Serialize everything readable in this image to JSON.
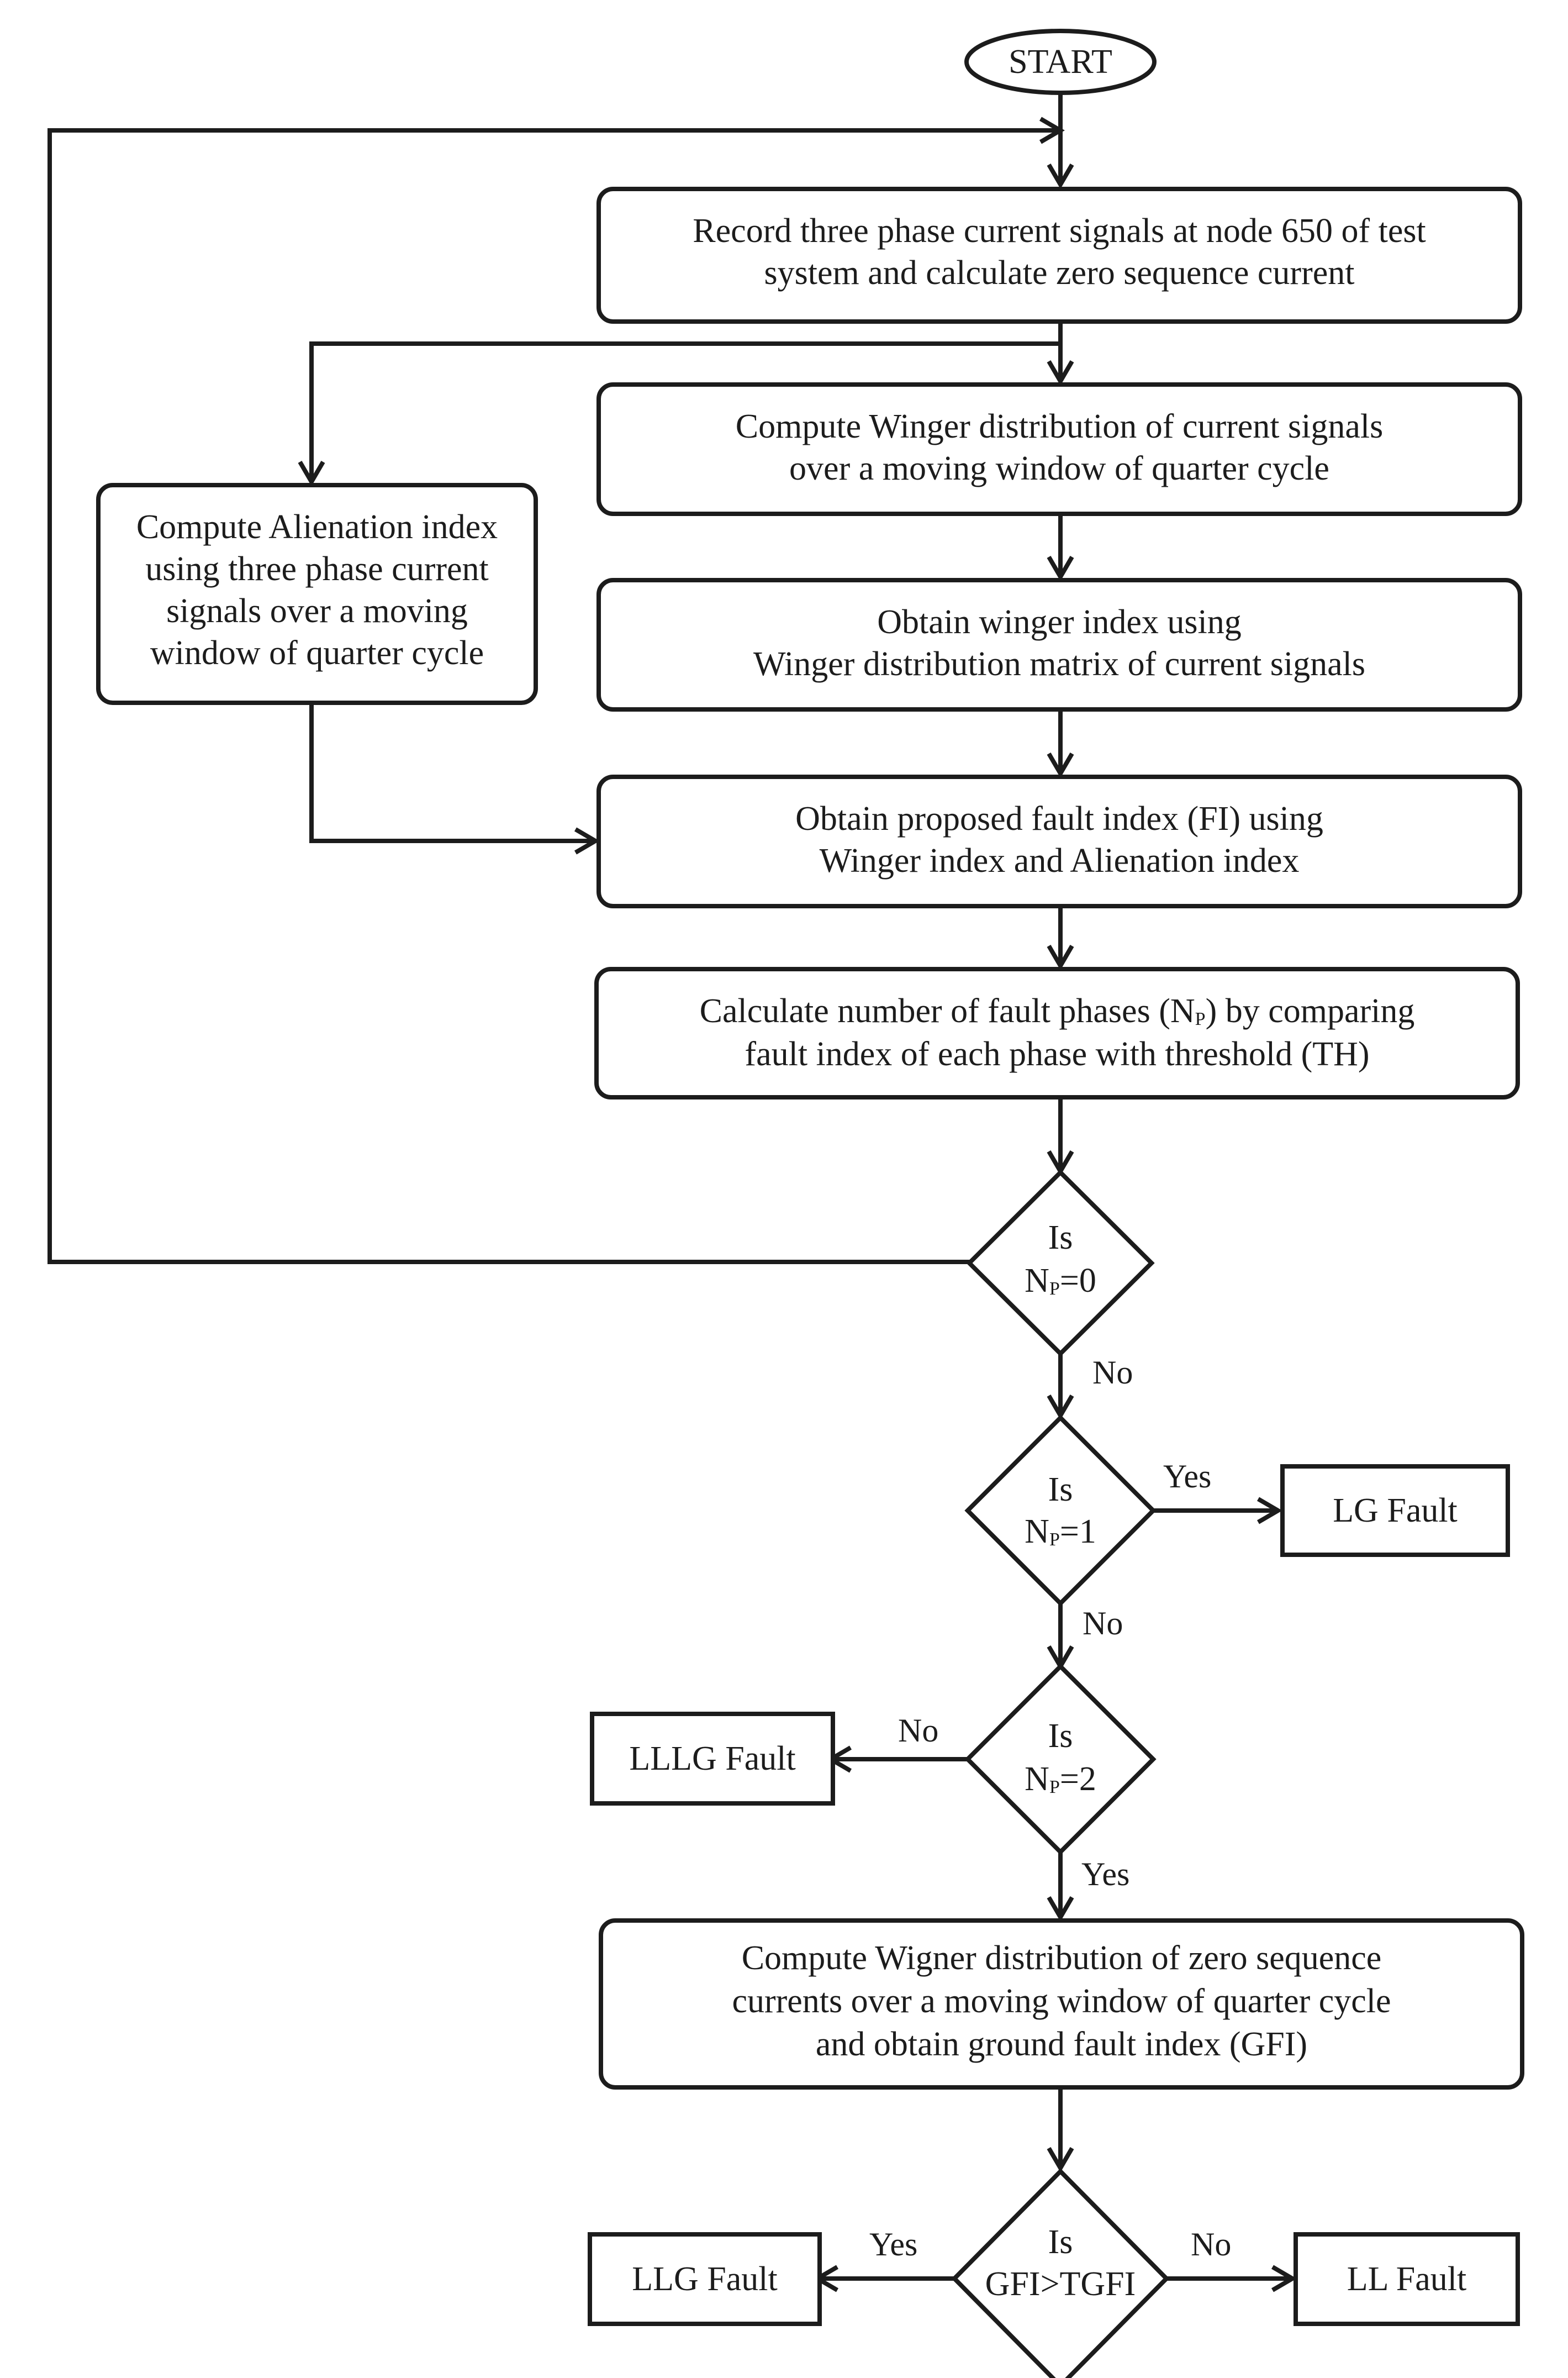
{
  "start": "START",
  "steps": {
    "record": [
      "Record three phase current signals at node 650 of test",
      "system and calculate zero sequence current"
    ],
    "wigner_dist": [
      "Compute Winger distribution of current signals",
      "over a moving window of quarter cycle"
    ],
    "alienation": [
      "Compute Alienation index",
      "using three phase current",
      "signals over a moving",
      "window of quarter cycle"
    ],
    "winger_index": [
      "Obtain winger index using",
      "Winger distribution matrix of current signals"
    ],
    "fault_index": [
      "Obtain proposed fault index (FI) using",
      "Winger index and Alienation index"
    ],
    "num_phases": {
      "line1_pre": "Calculate number of fault phases (N",
      "line1_sub": "P",
      "line1_post": ") by comparing",
      "line2": "fault index of each phase with threshold (TH)"
    },
    "zero_seq": [
      "Compute Wigner distribution of zero sequence",
      "currents over a moving window of quarter cycle",
      "and obtain ground fault index (GFI)"
    ]
  },
  "decisions": {
    "np0": {
      "is": "Is",
      "var": "N",
      "sub": "P",
      "cond": "=0"
    },
    "np1": {
      "is": "Is",
      "var": "N",
      "sub": "P",
      "cond": "=1"
    },
    "np2": {
      "is": "Is",
      "var": "N",
      "sub": "P",
      "cond": "=2"
    },
    "gfi": {
      "is": "Is",
      "cond": "GFI>TGFI"
    }
  },
  "outcomes": {
    "lg": "LG Fault",
    "lllg": "LLLG Fault",
    "llg": "LLG Fault",
    "ll": "LL Fault"
  },
  "edge_labels": {
    "np0_no": "No",
    "np1_yes": "Yes",
    "np1_no": "No",
    "np2_no": "No",
    "np2_yes": "Yes",
    "gfi_yes": "Yes",
    "gfi_no": "No"
  }
}
